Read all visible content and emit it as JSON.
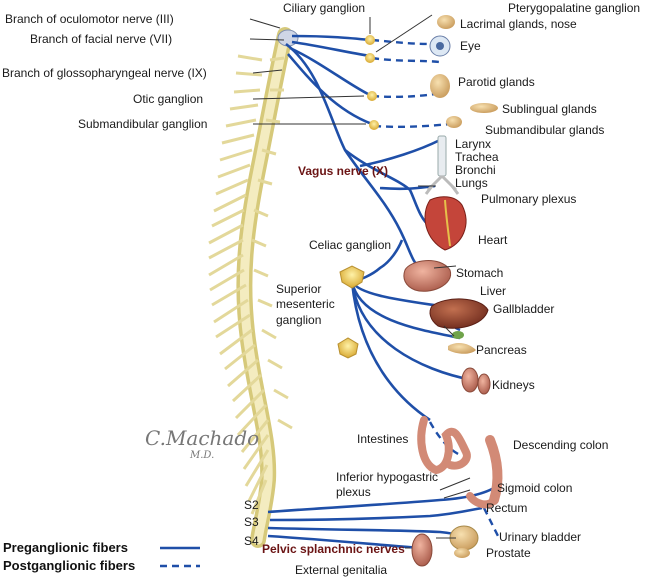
{
  "labels": {
    "oculomotor": "Branch of oculomotor nerve (III)",
    "facial": "Branch of facial nerve (VII)",
    "glosso": "Branch of glossopharyngeal nerve (IX)",
    "otic": "Otic ganglion",
    "submandibular_g": "Submandibular ganglion",
    "ciliary": "Ciliary ganglion",
    "pterygo": "Pterygopalatine ganglion",
    "lacrimal": "Lacrimal glands, nose",
    "eye": "Eye",
    "parotid": "Parotid glands",
    "sublingual": "Sublingual glands",
    "submandibular_glands": "Submandibular glands",
    "larynx": "Larynx",
    "trachea": "Trachea",
    "bronchi": "Bronchi",
    "lungs": "Lungs",
    "vagus": "Vagus nerve (X)",
    "pulmonary": "Pulmonary plexus",
    "heart": "Heart",
    "celiac": "Celiac ganglion",
    "stomach": "Stomach",
    "liver": "Liver",
    "sup1": "Superior",
    "sup2": "mesenteric",
    "sup3": "ganglion",
    "gallbladder": "Gallbladder",
    "pancreas": "Pancreas",
    "kidneys": "Kidneys",
    "intestines": "Intestines",
    "desc_colon": "Descending colon",
    "inf1": "Inferior hypogastric",
    "inf2": "plexus",
    "sigmoid": "Sigmoid colon",
    "s2": "S2",
    "s3": "S3",
    "s4": "S4",
    "rectum": "Rectum",
    "bladder": "Urinary bladder",
    "prostate": "Prostate",
    "pelvic": "Pelvic splanchnic nerves",
    "genitalia": "External genitalia"
  },
  "legend": {
    "pre": "Preganglionic fibers",
    "post": "Postganglionic fibers"
  },
  "signature": {
    "name": "C.Machado",
    "md": "M.D."
  },
  "colors": {
    "nerve": "#1f4fa8",
    "spine": "#e9dfa2",
    "ganglion": "#e8c64a",
    "organ": "#c97a6a"
  }
}
